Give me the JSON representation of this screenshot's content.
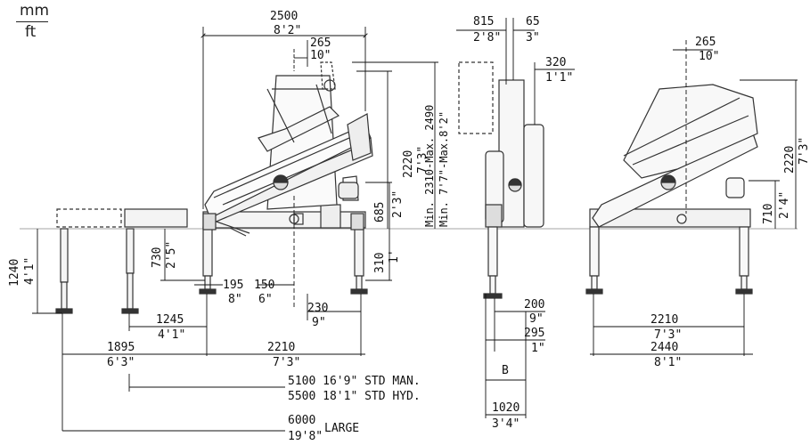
{
  "units": {
    "primary": "mm",
    "secondary": "ft"
  },
  "dims": {
    "top_2500": "2500",
    "top_8_2": "8'2\"",
    "top_265": "265",
    "top_10": "10\"",
    "h_2220": "2220",
    "h_7_3": "7'3\"",
    "h_685": "685",
    "h_2_3": "2'3\"",
    "h_310": "310",
    "h_1": "1'",
    "h_730": "730",
    "h_2_5": "2'5\"",
    "h_1240": "1240",
    "h_4_1": "4'1\"",
    "d_195": "195",
    "d_8": "8\"",
    "d_150": "150",
    "d_6": "6\"",
    "d_230": "230",
    "d_9": "9\"",
    "d_1245": "1245",
    "d_4_1": "4'1\"",
    "d_1895": "1895",
    "d_6_3": "6'3\"",
    "d_2210": "2210",
    "d_7_3": "7'3\"",
    "ht_range_1": "Min. 2310-Max. 2490",
    "ht_range_2": "Min. 7'7\"-Max.8'2\"",
    "len_5100": "5100 16'9\" STD MAN.",
    "len_5500": "5500 18'1\" STD HYD.",
    "len_6000": "6000",
    "len_19_8": "19'8\"",
    "len_large": "LARGE",
    "s_815": "815",
    "s_2_8": "2'8\"",
    "s_65": "65",
    "s_3": "3\"",
    "s_320": "320",
    "s_1_1": "1'1\"",
    "s_200": "200",
    "s_9": "9\"",
    "s_295": "295",
    "s_1": "1\"",
    "s_B": "B",
    "s_1020": "1020",
    "s_3_4": "3'4\"",
    "r_265": "265",
    "r_10": "10\"",
    "r_2220": "2220",
    "r_7_3": "7'3\"",
    "r_710": "710",
    "r_2_4": "2'4\"",
    "r_2210": "2210",
    "r_7_3b": "7'3\"",
    "r_2440": "2440",
    "r_8_1": "8'1\""
  }
}
